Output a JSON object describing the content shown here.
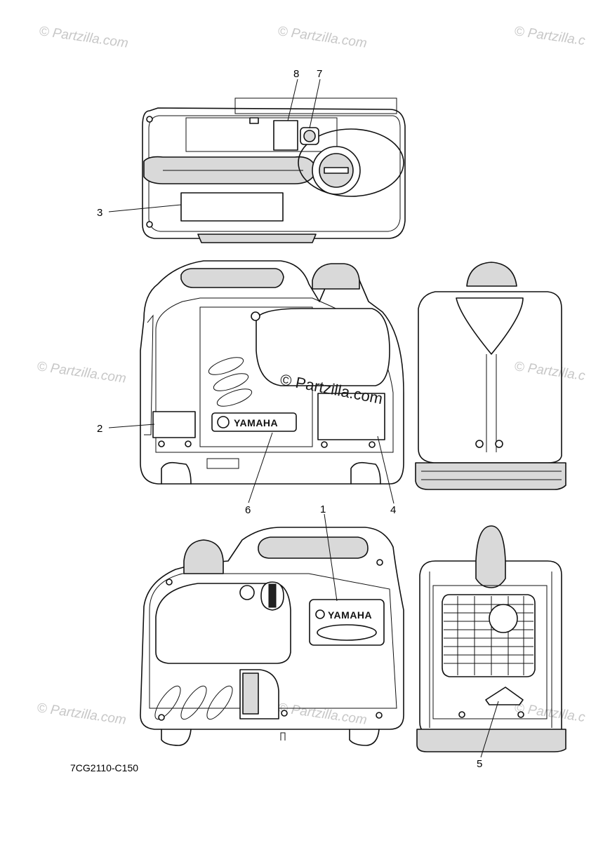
{
  "watermark": {
    "text": "© Partzilla.com",
    "center_text": "© Partzilla.com",
    "right_edge_text": "© Partzilla.c"
  },
  "callouts": [
    "1",
    "2",
    "3",
    "4",
    "5",
    "6",
    "7",
    "8"
  ],
  "brand_label": "YAMAHA",
  "diagram_code": "7CG2110-C150",
  "colors": {
    "line": "#111111",
    "fill": "#d9d9d9",
    "watermark": "#c7c7c7"
  }
}
